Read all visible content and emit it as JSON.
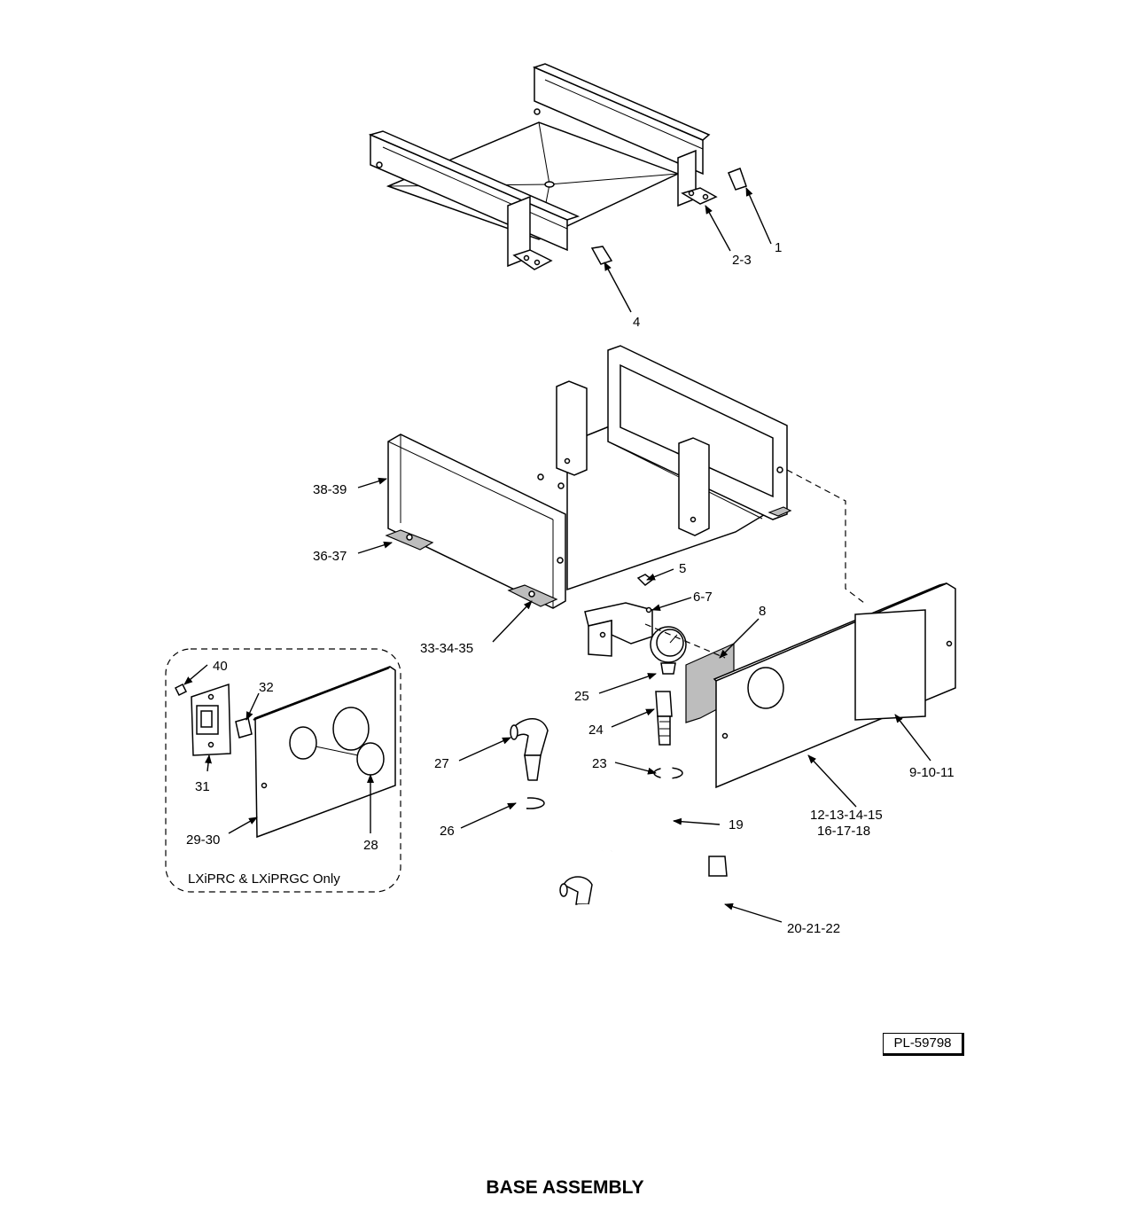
{
  "diagram": {
    "title": "BASE ASSEMBLY",
    "reference": "PL-59798",
    "option_note": "LXiPRC & LXiPRGC Only",
    "callouts": {
      "c1": "1",
      "c2_3": "2-3",
      "c4": "4",
      "c38_39": "38-39",
      "c36_37": "36-37",
      "c33_34_35": "33-34-35",
      "c5": "5",
      "c6_7": "6-7",
      "c8": "8",
      "c25": "25",
      "c24": "24",
      "c23": "23",
      "c27": "27",
      "c26": "26",
      "c19": "19",
      "c9_10_11": "9-10-11",
      "c12_18_line1": "12-13-14-15",
      "c12_18_line2": "16-17-18",
      "c20_21_22": "20-21-22",
      "c40": "40",
      "c32": "32",
      "c31": "31",
      "c29_30": "29-30",
      "c28": "28"
    }
  }
}
